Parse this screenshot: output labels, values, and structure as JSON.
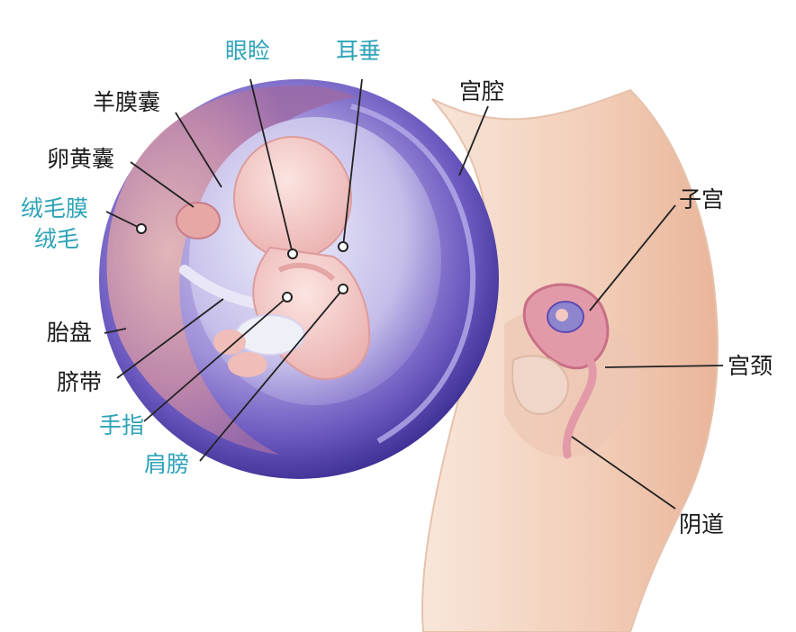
{
  "labels": {
    "eyelid": "眼睑",
    "earlobe": "耳垂",
    "amniotic_sac": "羊膜囊",
    "uterine_cavity": "宫腔",
    "yolk_sac": "卵黄囊",
    "chorion": "绒毛膜",
    "villi": "绒毛",
    "uterus": "子宫",
    "placenta": "胎盘",
    "cervix": "宫颈",
    "umbilical_cord": "脐带",
    "finger": "手指",
    "shoulder": "肩膀",
    "vagina": "阴道"
  },
  "colors": {
    "dark_label": "#1a1a1a",
    "accent_label": "#2ea3b8",
    "sac_purple": "#5b4bb0",
    "skin": "#f3d2bf",
    "embryo": "#f5c9c6"
  }
}
